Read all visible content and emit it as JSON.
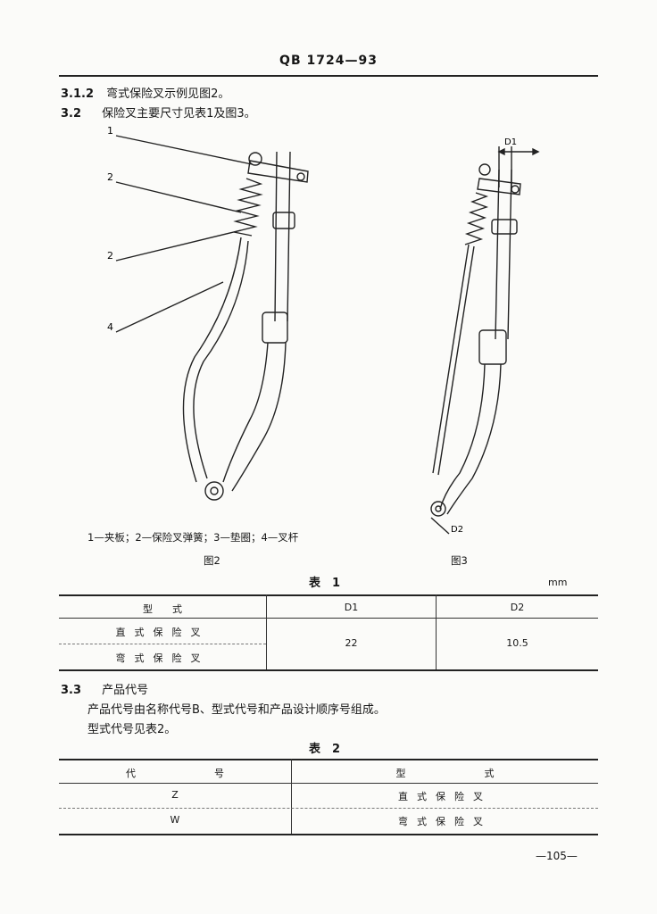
{
  "header": {
    "code": "QB 1724—93"
  },
  "sections": {
    "s312": {
      "num": "3.1.2",
      "text": "弯式保险叉示例见图2。"
    },
    "s32": {
      "num": "3.2",
      "text": "保险叉主要尺寸见表1及图3。"
    },
    "s33": {
      "num": "3.3",
      "title": "产品代号",
      "para1": "产品代号由名称代号B、型式代号和产品设计顺序号组成。",
      "para2": "型式代号见表2。"
    }
  },
  "figure2": {
    "callouts": [
      "1",
      "2",
      "2",
      "4"
    ],
    "legend": "1—夹板；2—保险叉弹簧；3—垫圈；4—叉杆",
    "caption": "图2"
  },
  "figure3": {
    "d1_label": "D1",
    "d2_label": "D2",
    "caption": "图3"
  },
  "table1": {
    "title": "表　1",
    "unit": "mm",
    "headers": {
      "type": "型　　式",
      "d1": "D1",
      "d2": "D2"
    },
    "rows": [
      {
        "type": "直式保险叉"
      },
      {
        "type": "弯式保险叉"
      }
    ],
    "d1_value": "22",
    "d2_value": "10.5"
  },
  "table2": {
    "title": "表　2",
    "headers": {
      "code": "代　　　　　　　　号",
      "type": "型　　　　　　　　式"
    },
    "rows": [
      {
        "code": "Z",
        "type": "直式保险叉"
      },
      {
        "code": "W",
        "type": "弯式保险叉"
      }
    ]
  },
  "footer": {
    "page": "—105—"
  }
}
